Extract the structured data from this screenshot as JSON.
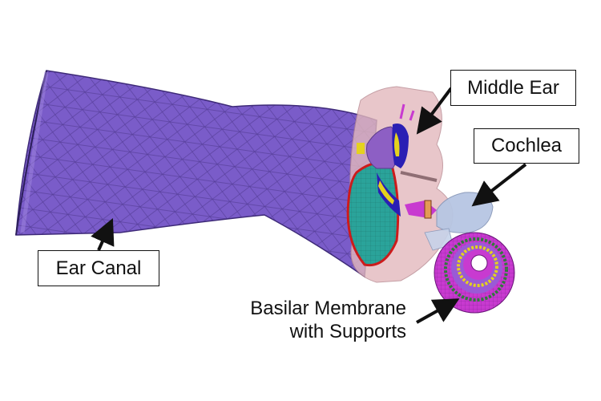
{
  "diagram": {
    "subject": "Finite element model of the human ear",
    "labels": {
      "middle_ear": "Middle Ear",
      "cochlea": "Cochlea",
      "ear_canal": "Ear Canal",
      "basilar_line1": "Basilar Membrane",
      "basilar_line2": "with Supports"
    },
    "colors": {
      "ear_canal": "#7a5cc9",
      "ear_canal_edge": "#3e2a78",
      "ear_drum": "#2aa39a",
      "ear_drum_rim": "#d01a1a",
      "middle_ear_bone": "#e3b9bd",
      "ossicle": "#8d5fc4",
      "ossicle_blue": "#2a1fb4",
      "ossicle_yellow": "#e5d21e",
      "cochlea": "#b7c6e3",
      "basilar_membrane": "#c83ad0",
      "arrow": "#111111"
    }
  }
}
